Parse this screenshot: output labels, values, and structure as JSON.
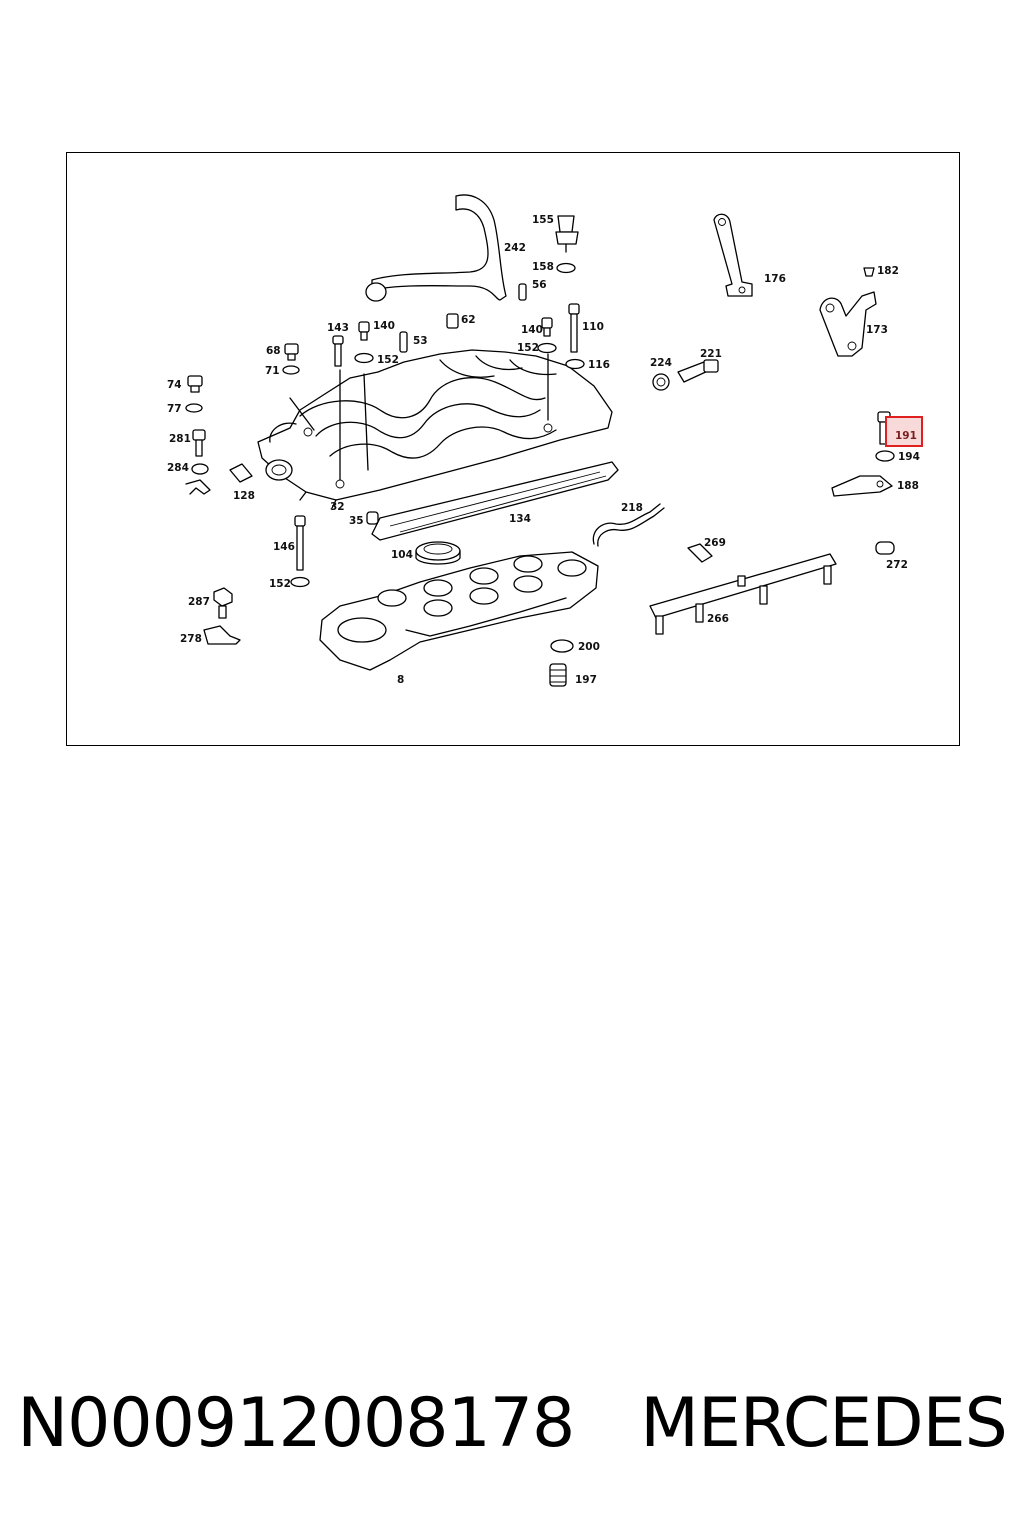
{
  "diagram": {
    "labels": [
      {
        "id": "242",
        "text": "242"
      },
      {
        "id": "155",
        "text": "155"
      },
      {
        "id": "158",
        "text": "158"
      },
      {
        "id": "56",
        "text": "56"
      },
      {
        "id": "62",
        "text": "62"
      },
      {
        "id": "143",
        "text": "143"
      },
      {
        "id": "140a",
        "text": "140"
      },
      {
        "id": "53",
        "text": "53"
      },
      {
        "id": "140b",
        "text": "140"
      },
      {
        "id": "110",
        "text": "110"
      },
      {
        "id": "68",
        "text": "68"
      },
      {
        "id": "152a",
        "text": "152"
      },
      {
        "id": "152b",
        "text": "152"
      },
      {
        "id": "116",
        "text": "116"
      },
      {
        "id": "71",
        "text": "71"
      },
      {
        "id": "74",
        "text": "74"
      },
      {
        "id": "77",
        "text": "77"
      },
      {
        "id": "281",
        "text": "281"
      },
      {
        "id": "284",
        "text": "284"
      },
      {
        "id": "128",
        "text": "128"
      },
      {
        "id": "32",
        "text": "32"
      },
      {
        "id": "35",
        "text": "35"
      },
      {
        "id": "134",
        "text": "134"
      },
      {
        "id": "146",
        "text": "146"
      },
      {
        "id": "104",
        "text": "104"
      },
      {
        "id": "152c",
        "text": "152"
      },
      {
        "id": "287",
        "text": "287"
      },
      {
        "id": "278",
        "text": "278"
      },
      {
        "id": "8",
        "text": "8"
      },
      {
        "id": "200",
        "text": "200"
      },
      {
        "id": "197",
        "text": "197"
      },
      {
        "id": "176",
        "text": "176"
      },
      {
        "id": "182",
        "text": "182"
      },
      {
        "id": "173",
        "text": "173"
      },
      {
        "id": "224",
        "text": "224"
      },
      {
        "id": "221",
        "text": "221"
      },
      {
        "id": "191",
        "text": "191"
      },
      {
        "id": "194",
        "text": "194"
      },
      {
        "id": "188",
        "text": "188"
      },
      {
        "id": "218",
        "text": "218"
      },
      {
        "id": "269",
        "text": "269"
      },
      {
        "id": "272",
        "text": "272"
      },
      {
        "id": "266",
        "text": "266"
      }
    ],
    "highlighted_label": "191",
    "highlight_color": "#e02020",
    "highlight_fill": "#f9dada"
  },
  "caption": {
    "part_number": "N000912008178",
    "brand": "MERCEDES"
  }
}
